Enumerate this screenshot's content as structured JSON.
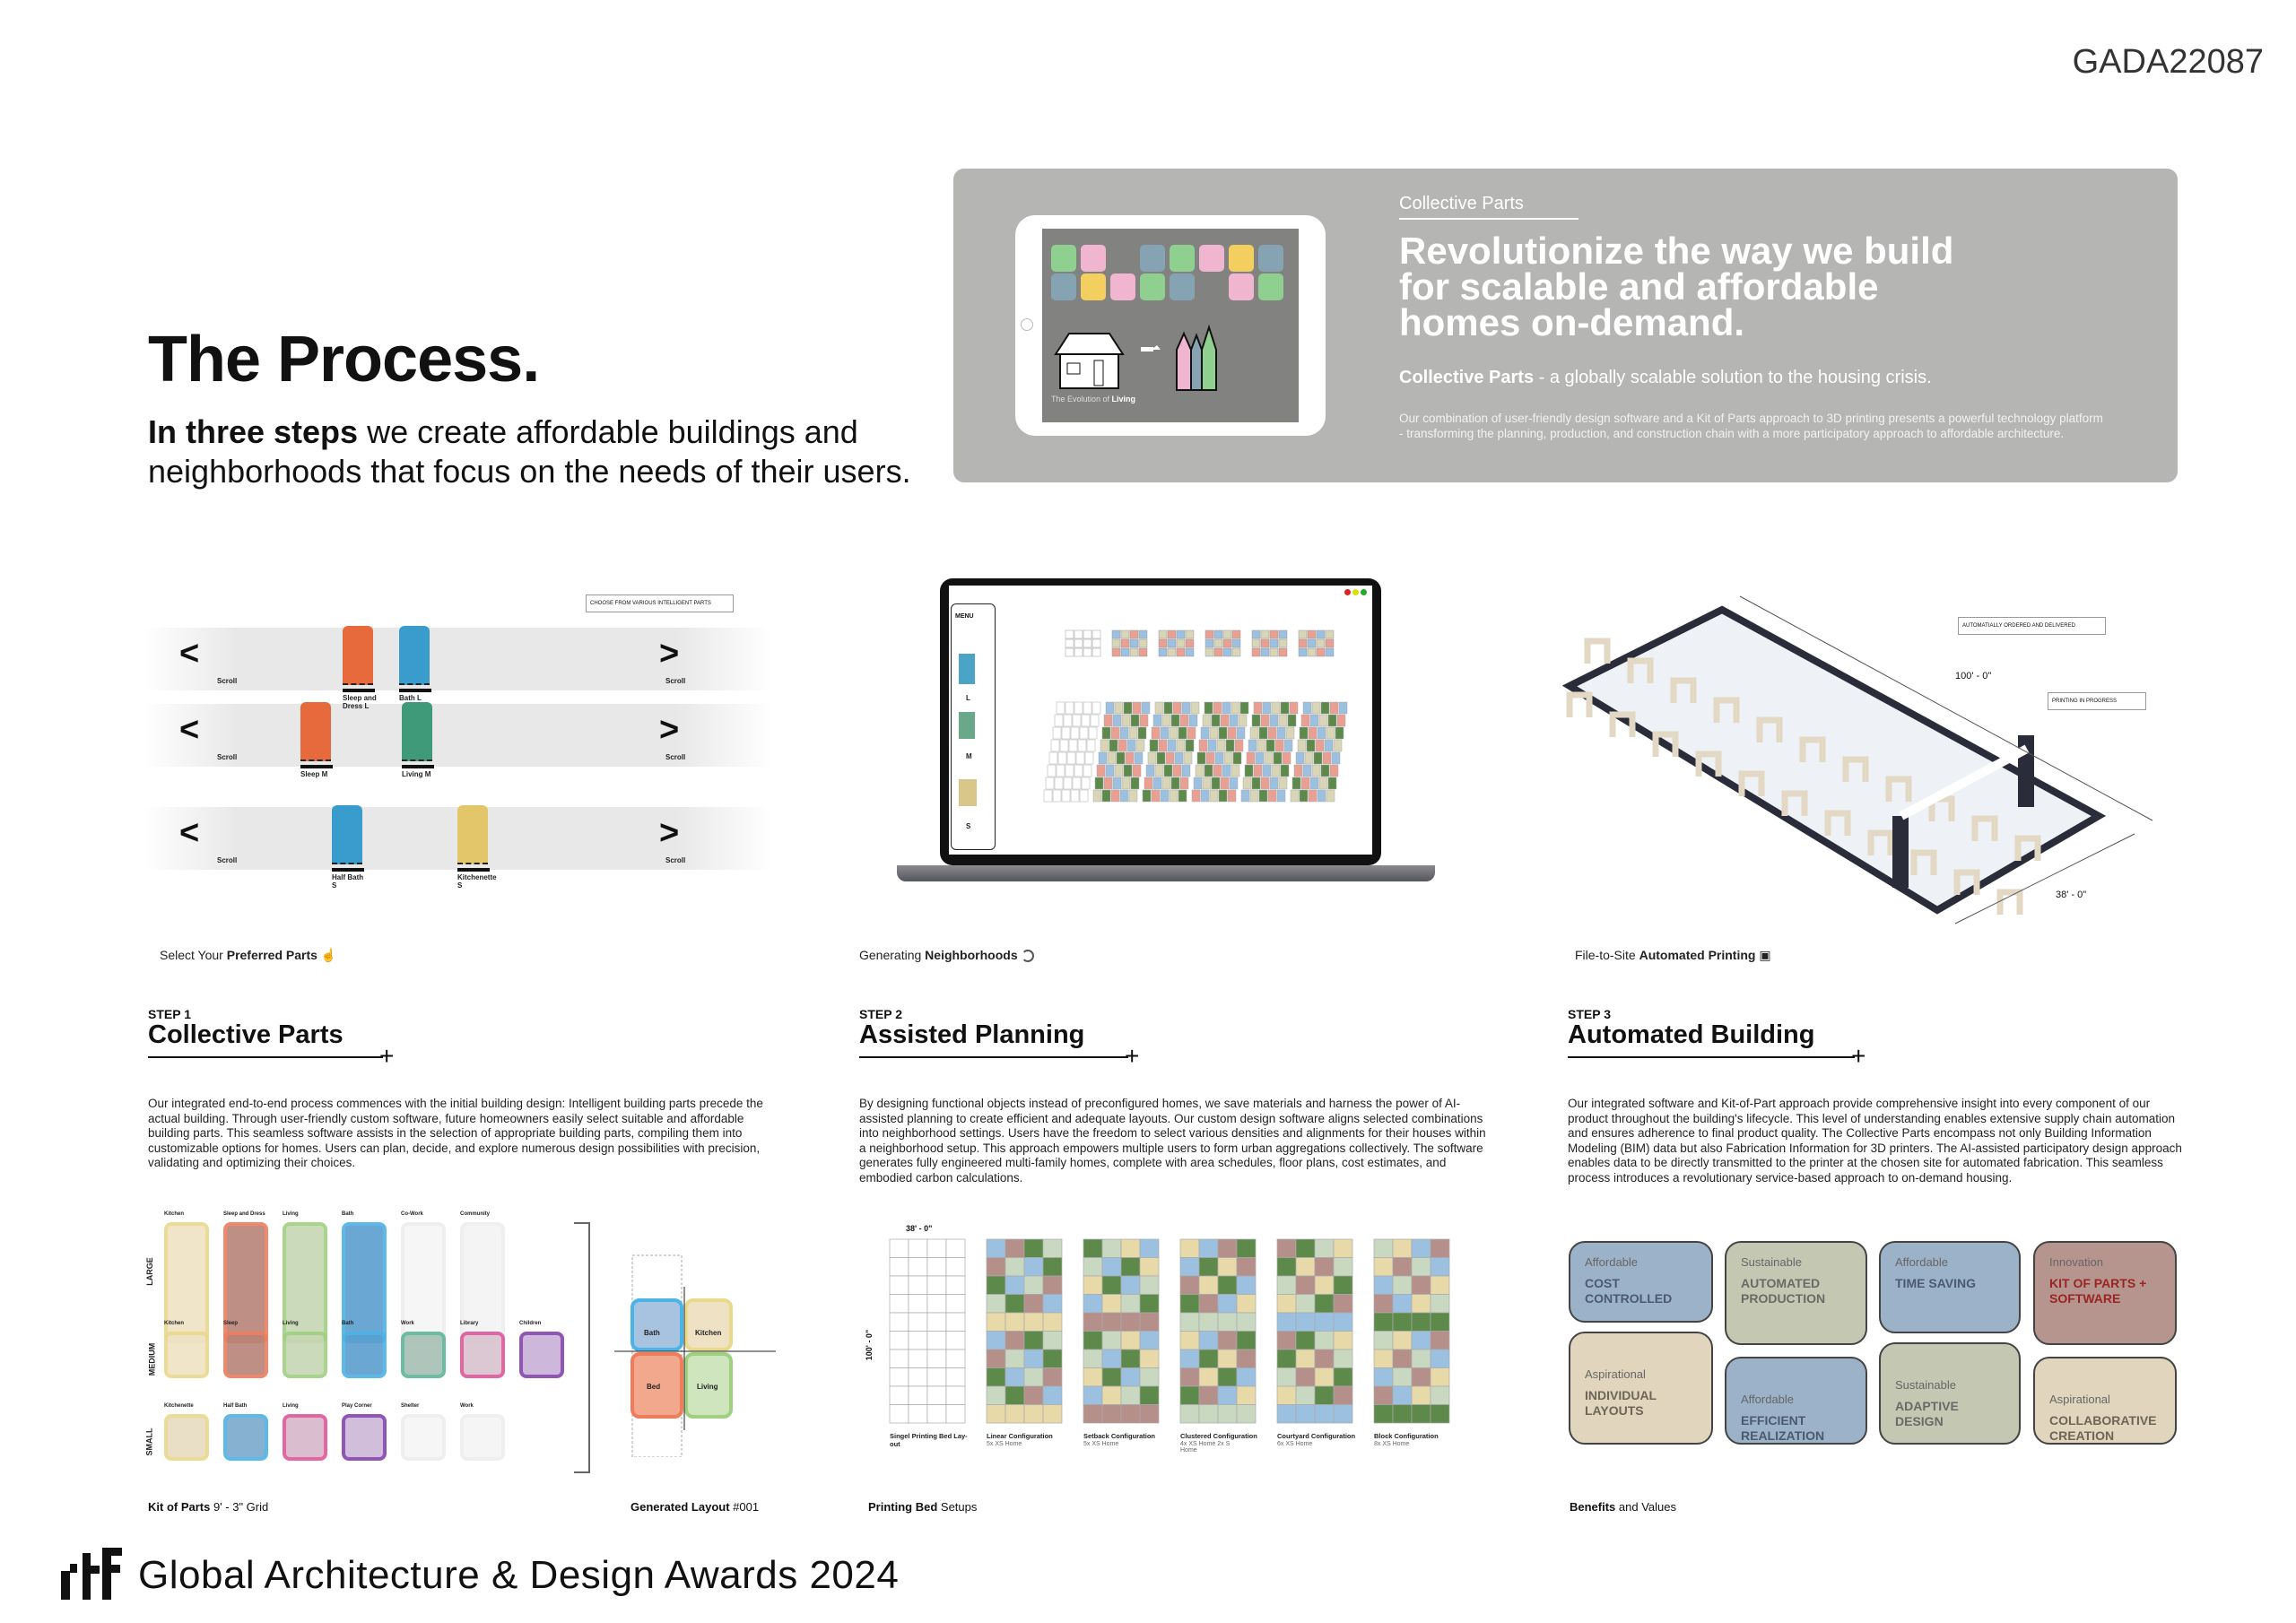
{
  "code": "GADA22087",
  "title": "The Process.",
  "subtitle": {
    "bold": "In three steps",
    "rest": " we create affordable buildings and neighborhoods that focus on the needs of their users."
  },
  "panel": {
    "kicker": "Collective Parts",
    "headline": "Revolutionize the way we build for scalable and affordable homes on-demand.",
    "tag_bold": "Collective Parts",
    "tag_rest": " - a globally scalable solution to the housing crisis.",
    "paragraph": "Our combination of user-friendly design software and a Kit of Parts approach to 3D printing presents a powerful technology platform - transforming the planning, production, and construction chain with a more participatory approach to affordable architecture.",
    "tablet_caption_pre": "The Evolution of ",
    "tablet_caption_bold": "Living"
  },
  "illustrations": {
    "parts": {
      "callout": "CHOOSE FROM VARIOUS INTELLIGENT PARTS",
      "scroll": "Scroll",
      "rows": [
        [
          "Sleep and Dress L",
          "Bath L"
        ],
        [
          "Sleep M",
          "Living M"
        ],
        [
          "Half Bath S",
          "Kitchenette S"
        ]
      ]
    },
    "laptop": {
      "menu": "MENU",
      "sizes": [
        "L",
        "M",
        "S"
      ]
    },
    "site": {
      "callout1": "AUTOMATIALLY ORDERED AND DELIVERED",
      "callout2": "PRINTING IN PROGRESS",
      "dim1": "100' - 0\"",
      "dim2": "38' - 0\""
    }
  },
  "captions": [
    {
      "pre": "Select Your ",
      "bold": "Preferred Parts"
    },
    {
      "pre": "Generating ",
      "bold": "Neighborhoods"
    },
    {
      "pre": "File-to-Site ",
      "bold": "Automated Printing"
    }
  ],
  "steps": [
    {
      "step": "STEP 1",
      "title": "Collective Parts",
      "text": "Our integrated end-to-end process commences with the initial building design: Intelligent building parts precede the actual building. Through user-friendly custom software, future homeowners easily select suitable and affordable building parts. This seamless software assists in the selection of appropriate building parts, compiling them into customizable options for homes. Users can plan, decide, and explore numerous design possibilities with precision, validating and optimizing their choices."
    },
    {
      "step": "STEP 2",
      "title": "Assisted Planning",
      "text": "By designing functional objects instead of preconfigured homes, we save materials and harness the power of AI-assisted planning to create efficient and adequate layouts. Our custom design software aligns selected combinations into neighborhood settings. Users have the freedom to select various densities and alignments for their houses within a neighborhood setup. This approach empowers multiple users to form urban aggregations collectively. The software generates fully engineered multi-family homes, complete with area schedules, floor plans, cost estimates, and embodied carbon calculations."
    },
    {
      "step": "STEP 3",
      "title": "Automated Building",
      "text": "Our integrated software and Kit-of-Part approach provide comprehensive insight into every component of our product throughout the building's lifecycle. This level of understanding enables extensive supply chain automation and ensures adherence to final product quality. The Collective Parts encompass not only Building Information Modeling (BIM) data but also Fabrication Information for 3D printers. The AI-assisted participatory design approach enables data to be directly transmitted to the printer at the chosen site for automated fabrication. This seamless process introduces a revolutionary service-based approach to on-demand housing."
    }
  ],
  "kit": {
    "rows": [
      {
        "size": "LARGE",
        "items": [
          "Kitchen",
          "Sleep and Dress",
          "Living",
          "Bath",
          "Co-Work",
          "Community"
        ]
      },
      {
        "size": "MEDIUM",
        "items": [
          "Kitchen",
          "Sleep",
          "Living",
          "Bath",
          "Work",
          "Library",
          "Children"
        ]
      },
      {
        "size": "SMALL",
        "items": [
          "Kitchenette",
          "Half Bath",
          "Living",
          "Play Corner",
          "Shelter",
          "Work"
        ]
      }
    ],
    "layout_labels": [
      "Bath",
      "Kitchen",
      "Bed",
      "Living"
    ],
    "caption_bold": "Kit of Parts",
    "caption_rest": " 9' - 3\" Grid",
    "layout_bold": "Generated Layout",
    "layout_rest": " #001"
  },
  "beds": {
    "width_dim": "38' - 0\"",
    "height_dim": "100' - 0\"",
    "items": [
      {
        "name": "Singel Printing Bed Lay-out",
        "sub": ""
      },
      {
        "name": "Linear Configuration",
        "sub": "5x XS Home"
      },
      {
        "name": "Setback Configuration",
        "sub": "5x XS Home"
      },
      {
        "name": "Clustered Configuration",
        "sub": "4x XS Home 2x S Home"
      },
      {
        "name": "Courtyard Configuration",
        "sub": "6x XS Home"
      },
      {
        "name": "Block Configuration",
        "sub": "8x XS Home"
      }
    ],
    "caption_bold": "Printing Bed",
    "caption_rest": " Setups"
  },
  "benefits": {
    "cards": [
      {
        "kind": "Affordable",
        "label": "COST CONTROLLED",
        "color": "blue"
      },
      {
        "kind": "Sustainable",
        "label": "AUTOMATED PRODUCTION",
        "color": "sage"
      },
      {
        "kind": "Affordable",
        "label": "TIME SAVING",
        "color": "blue"
      },
      {
        "kind": "Innovation",
        "label": "KIT OF PARTS + SOFTWARE",
        "color": "rose"
      },
      {
        "kind": "Aspirational",
        "label": "INDIVIDUAL LAYOUTS",
        "color": "tan"
      },
      {
        "kind": "Affordable",
        "label": "EFFICIENT REALIZATION",
        "color": "blue"
      },
      {
        "kind": "Sustainable",
        "label": "ADAPTIVE DESIGN",
        "color": "sage"
      },
      {
        "kind": "Aspirational",
        "label": "COLLABORATIVE CREATION",
        "color": "tan"
      }
    ],
    "caption_bold": "Benefits",
    "caption_rest": " and Values"
  },
  "footer": {
    "logo": "rtf",
    "text": "Global Architecture & Design Awards 2024"
  }
}
